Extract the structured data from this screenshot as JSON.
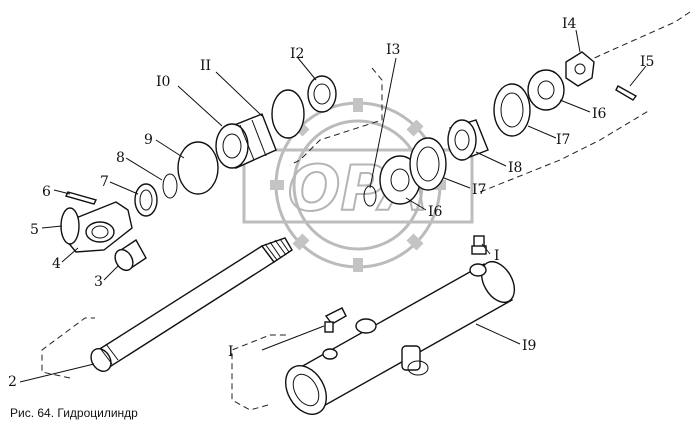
{
  "watermark": "OPA",
  "caption": "Рис. 64. Гидроцилиндр",
  "callouts": {
    "c1a": "I",
    "c1b": "I",
    "c2": "2",
    "c3": "3",
    "c4": "4",
    "c5": "5",
    "c6": "6",
    "c7": "7",
    "c8": "8",
    "c9": "9",
    "c10": "I0",
    "c11": "II",
    "c12": "I2",
    "c13": "I3",
    "c14": "I4",
    "c15": "I5",
    "c16a": "I6",
    "c16b": "I6",
    "c17a": "I7",
    "c17b": "I7",
    "c18": "I8",
    "c19": "I9"
  }
}
